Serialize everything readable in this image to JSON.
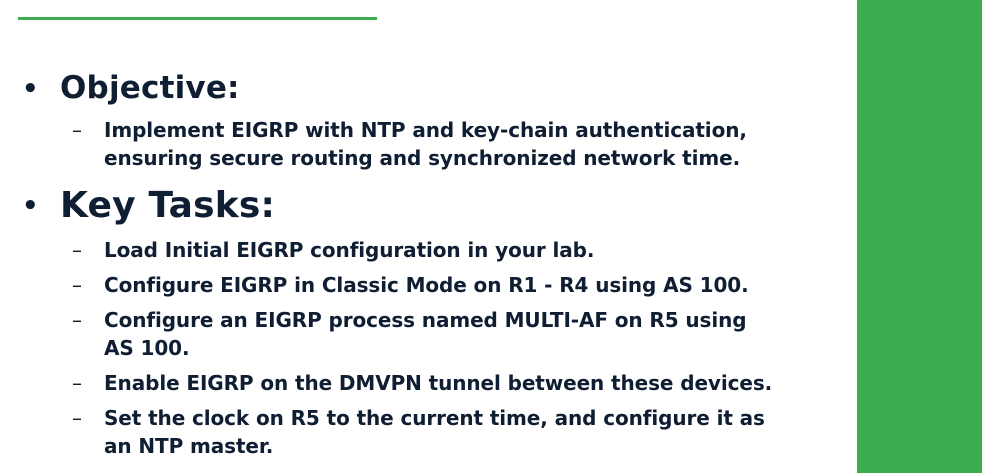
{
  "colors": {
    "accent_green": "#3dae50",
    "text_navy": "#0f1e33",
    "background": "#ffffff"
  },
  "sections": [
    {
      "bullet": "•",
      "heading": "Objective:",
      "items": [
        {
          "dash": "–",
          "line1": "Implement EIGRP with NTP and key-chain authentication,",
          "line2": "ensuring secure routing and synchronized network time."
        }
      ]
    },
    {
      "bullet": "•",
      "heading": "Key Tasks:",
      "items": [
        {
          "dash": "–",
          "line1": "Load Initial EIGRP configuration in your lab.",
          "line2": ""
        },
        {
          "dash": "–",
          "line1": "Configure EIGRP in Classic Mode on R1 - R4 using AS 100.",
          "line2": ""
        },
        {
          "dash": "–",
          "line1": "Configure an EIGRP process named MULTI-AF on R5 using",
          "line2": "AS 100."
        },
        {
          "dash": "–",
          "line1": "Enable EIGRP on the DMVPN tunnel between these devices.",
          "line2": ""
        },
        {
          "dash": "–",
          "line1": "Set the clock on R5 to the current time, and configure it as",
          "line2": "an NTP master."
        }
      ]
    }
  ]
}
